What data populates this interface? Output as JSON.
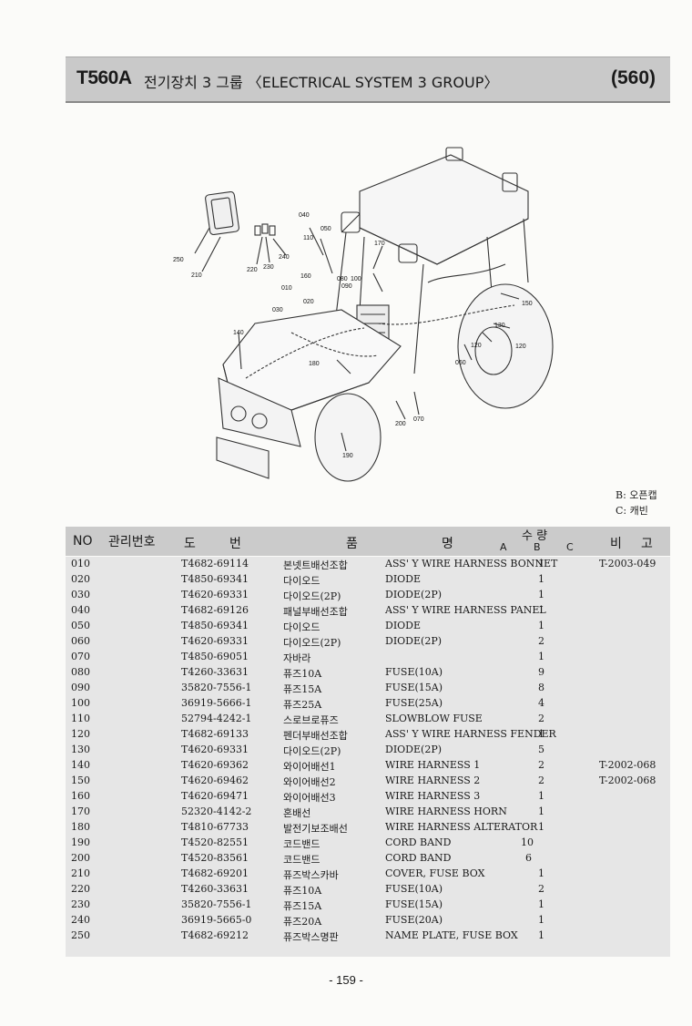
{
  "header": {
    "model": "T560A",
    "title": "전기장치 3 그룹 〈ELECTRICAL SYSTEM 3 GROUP〉",
    "page_code": "(560)"
  },
  "diagram_labels": [
    "040",
    "050",
    "110",
    "170",
    "250",
    "210",
    "220",
    "230",
    "240",
    "160",
    "010",
    "020",
    "030",
    "080",
    "100",
    "090",
    "140",
    "180",
    "150",
    "130",
    "120",
    "120",
    "060",
    "200",
    "070",
    "190"
  ],
  "legend": [
    "B: 오픈캡",
    "C: 캐빈"
  ],
  "table": {
    "headers": {
      "no": "NO",
      "mgmt": "관리번호",
      "do": "도",
      "beon": "번",
      "pum": "품",
      "myeong": "명",
      "qty": "수 량",
      "a": "A",
      "b": "B",
      "c": "C",
      "bi": "비",
      "go": "고"
    },
    "rows": [
      {
        "no": "010",
        "part_no": "T4682-69114",
        "name_kr": "본넷트배선조합",
        "name_en": "ASS' Y WIRE HARNESS BONNET",
        "qty_a": "",
        "qty_b": "1",
        "remarks": "T-2003-049"
      },
      {
        "no": "020",
        "part_no": "T4850-69341",
        "name_kr": "다이오드",
        "name_en": "DIODE",
        "qty_a": "",
        "qty_b": "1",
        "remarks": ""
      },
      {
        "no": "030",
        "part_no": "T4620-69331",
        "name_kr": "다이오드(2P)",
        "name_en": "DIODE(2P)",
        "qty_a": "",
        "qty_b": "1",
        "remarks": ""
      },
      {
        "no": "040",
        "part_no": "T4682-69126",
        "name_kr": "패널부배선조합",
        "name_en": "ASS' Y WIRE HARNESS PANEL",
        "qty_a": "",
        "qty_b": "1",
        "remarks": ""
      },
      {
        "no": "050",
        "part_no": "T4850-69341",
        "name_kr": "다이오드",
        "name_en": "DIODE",
        "qty_a": "",
        "qty_b": "1",
        "remarks": ""
      },
      {
        "no": "060",
        "part_no": "T4620-69331",
        "name_kr": "다이오드(2P)",
        "name_en": "DIODE(2P)",
        "qty_a": "",
        "qty_b": "2",
        "remarks": ""
      },
      {
        "no": "070",
        "part_no": "T4850-69051",
        "name_kr": "자바라",
        "name_en": "",
        "qty_a": "",
        "qty_b": "1",
        "remarks": ""
      },
      {
        "no": "080",
        "part_no": "T4260-33631",
        "name_kr": "퓨즈10A",
        "name_en": "FUSE(10A)",
        "qty_a": "",
        "qty_b": "9",
        "remarks": ""
      },
      {
        "no": "090",
        "part_no": "35820-7556-1",
        "name_kr": "퓨즈15A",
        "name_en": "FUSE(15A)",
        "qty_a": "",
        "qty_b": "8",
        "remarks": ""
      },
      {
        "no": "100",
        "part_no": "36919-5666-1",
        "name_kr": "퓨즈25A",
        "name_en": "FUSE(25A)",
        "qty_a": "",
        "qty_b": "4",
        "remarks": ""
      },
      {
        "no": "110",
        "part_no": "52794-4242-1",
        "name_kr": "스로브로퓨즈",
        "name_en": "SLOWBLOW FUSE",
        "qty_a": "",
        "qty_b": "2",
        "remarks": ""
      },
      {
        "no": "120",
        "part_no": "T4682-69133",
        "name_kr": "펜더부배선조합",
        "name_en": "ASS' Y WIRE HARNESS FENDER",
        "qty_a": "",
        "qty_b": "1",
        "remarks": ""
      },
      {
        "no": "130",
        "part_no": "T4620-69331",
        "name_kr": "다이오드(2P)",
        "name_en": "DIODE(2P)",
        "qty_a": "",
        "qty_b": "5",
        "remarks": ""
      },
      {
        "no": "140",
        "part_no": "T4620-69362",
        "name_kr": "와이어배선1",
        "name_en": "WIRE HARNESS 1",
        "qty_a": "",
        "qty_b": "2",
        "remarks": "T-2002-068"
      },
      {
        "no": "150",
        "part_no": "T4620-69462",
        "name_kr": "와이어배선2",
        "name_en": "WIRE HARNESS 2",
        "qty_a": "",
        "qty_b": "2",
        "remarks": "T-2002-068"
      },
      {
        "no": "160",
        "part_no": "T4620-69471",
        "name_kr": "와이어배선3",
        "name_en": "WIRE HARNESS 3",
        "qty_a": "",
        "qty_b": "1",
        "remarks": ""
      },
      {
        "no": "170",
        "part_no": "52320-4142-2",
        "name_kr": "혼배선",
        "name_en": "WIRE HARNESS HORN",
        "qty_a": "",
        "qty_b": "1",
        "remarks": ""
      },
      {
        "no": "180",
        "part_no": "T4810-67733",
        "name_kr": "발전기보조배선",
        "name_en": "WIRE HARNESS ALTERATOR",
        "qty_a": "",
        "qty_b": "1",
        "remarks": ""
      },
      {
        "no": "190",
        "part_no": "T4520-82551",
        "name_kr": "코드밴드",
        "name_en": "CORD BAND",
        "qty_a": "10",
        "qty_b": "",
        "remarks": ""
      },
      {
        "no": "200",
        "part_no": "T4520-83561",
        "name_kr": "코드밴드",
        "name_en": "CORD BAND",
        "qty_a": "6",
        "qty_b": "",
        "remarks": ""
      },
      {
        "no": "210",
        "part_no": "T4682-69201",
        "name_kr": "퓨즈박스카바",
        "name_en": "COVER, FUSE BOX",
        "qty_a": "",
        "qty_b": "1",
        "remarks": ""
      },
      {
        "no": "220",
        "part_no": "T4260-33631",
        "name_kr": "퓨즈10A",
        "name_en": "FUSE(10A)",
        "qty_a": "",
        "qty_b": "2",
        "remarks": ""
      },
      {
        "no": "230",
        "part_no": "35820-7556-1",
        "name_kr": "퓨즈15A",
        "name_en": "FUSE(15A)",
        "qty_a": "",
        "qty_b": "1",
        "remarks": ""
      },
      {
        "no": "240",
        "part_no": "36919-5665-0",
        "name_kr": "퓨즈20A",
        "name_en": "FUSE(20A)",
        "qty_a": "",
        "qty_b": "1",
        "remarks": ""
      },
      {
        "no": "250",
        "part_no": "T4682-69212",
        "name_kr": "퓨즈박스명판",
        "name_en": "NAME PLATE, FUSE BOX",
        "qty_a": "",
        "qty_b": "1",
        "remarks": ""
      }
    ]
  },
  "page_number": "- 159 -"
}
